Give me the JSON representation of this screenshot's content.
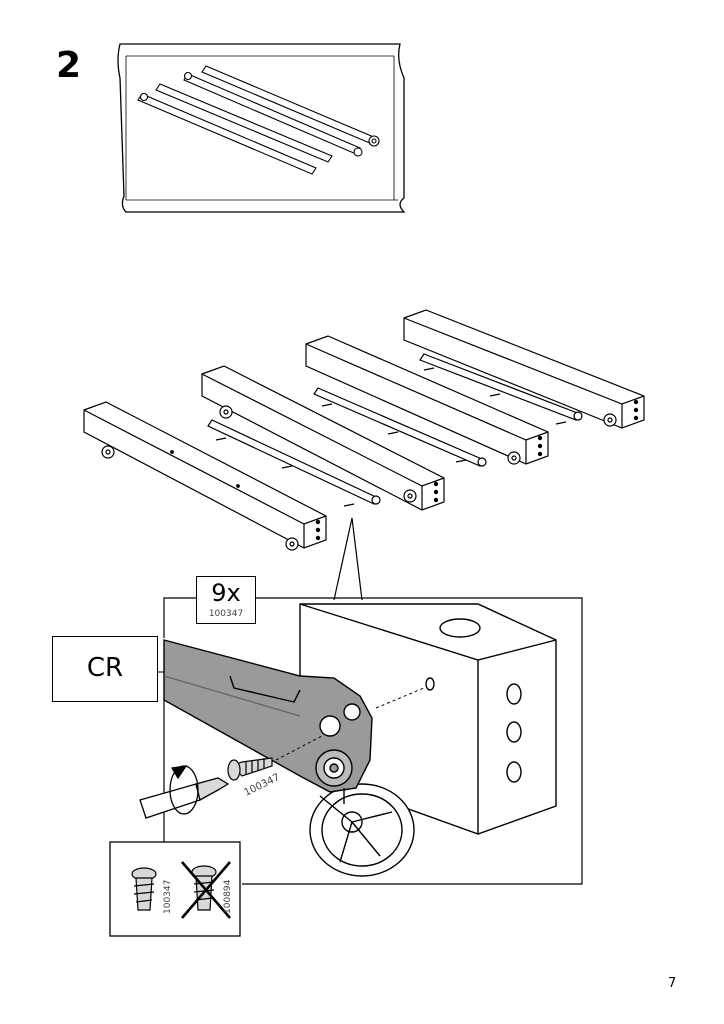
{
  "step": {
    "number": "2"
  },
  "detail_callout": {
    "quantity": "9x",
    "part_number": "100347"
  },
  "rail_label": {
    "text": "CR"
  },
  "screw_part_label": "100347",
  "comparison": {
    "correct_part": "100347",
    "wrong_part": "100894"
  },
  "page": {
    "number": "7"
  },
  "icons": [
    "screwdriver-icon",
    "rotation-arrow-icon",
    "screw-icon",
    "cross-out-icon",
    "wheel-icon",
    "drawer-rail-icon"
  ],
  "colors": {
    "ink": "#000000",
    "rail_gray": "#9a9a9a",
    "screw_gray": "#d9d9d9"
  }
}
